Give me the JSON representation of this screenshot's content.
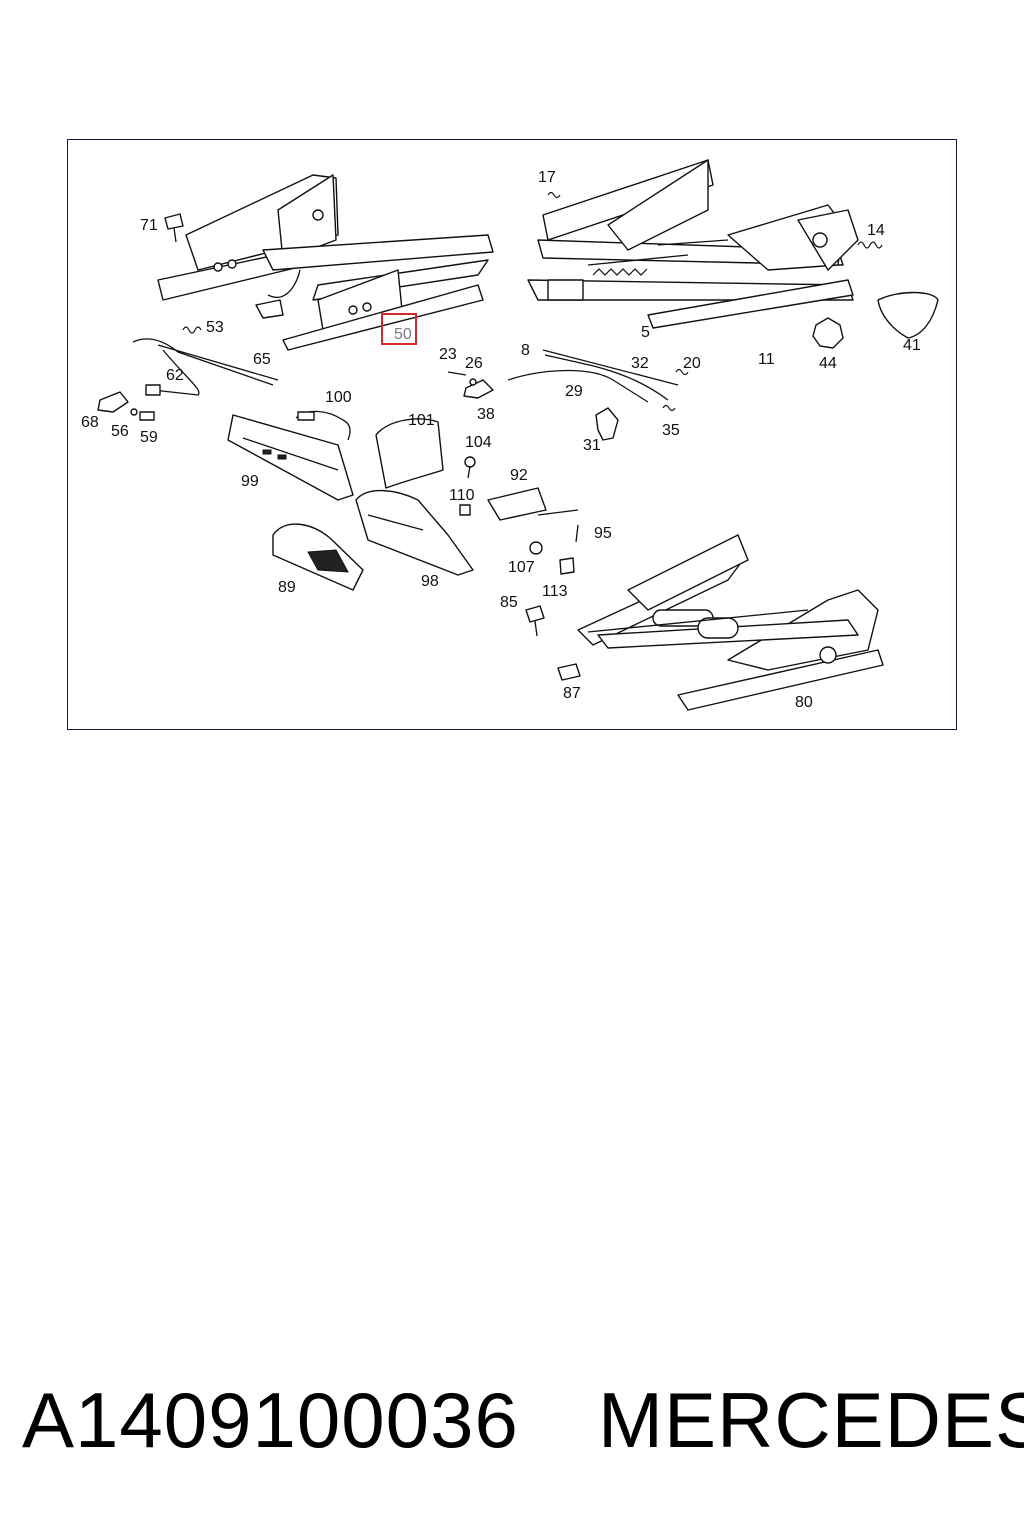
{
  "diagram": {
    "highlighted_part": "50",
    "part_labels": [
      "71",
      "17",
      "14",
      "53",
      "50",
      "65",
      "62",
      "23",
      "26",
      "8",
      "32",
      "20",
      "5",
      "11",
      "44",
      "41",
      "68",
      "56",
      "59",
      "100",
      "38",
      "29",
      "31",
      "35",
      "101",
      "104",
      "99",
      "92",
      "110",
      "95",
      "107",
      "113",
      "89",
      "98",
      "85",
      "87",
      "80"
    ]
  },
  "footer": {
    "part_number": "A1409100036",
    "brand": "MERCEDES"
  }
}
